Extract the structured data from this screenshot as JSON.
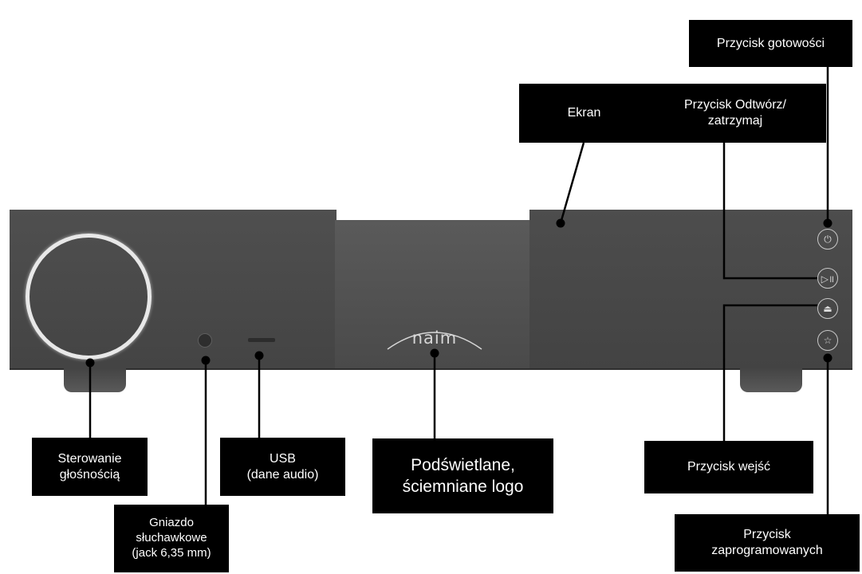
{
  "device": {
    "logo_text": "naim",
    "icons": {
      "standby": "power-icon",
      "play_pause": "play-pause-icon",
      "input": "input-icon",
      "preset": "star-icon"
    }
  },
  "labels": {
    "volume": "Sterowanie\ngłośnością",
    "headphone_jack": "Gniazdo\nsłuchawkowe\n(jack 6,35 mm)",
    "usb": "USB\n(dane audio)",
    "logo": "Podświetlane,\nściemniane logo",
    "screen": "Ekran",
    "play_pause": "Przycisk Odtwórz/\nzatrzymaj",
    "standby": "Przycisk gotowości",
    "input": "Przycisk wejść",
    "preset": "Przycisk\nzaprogramowanych"
  },
  "colors": {
    "label_background": "#000000",
    "label_text": "#ffffff",
    "device_body": "#4a4a4a"
  }
}
